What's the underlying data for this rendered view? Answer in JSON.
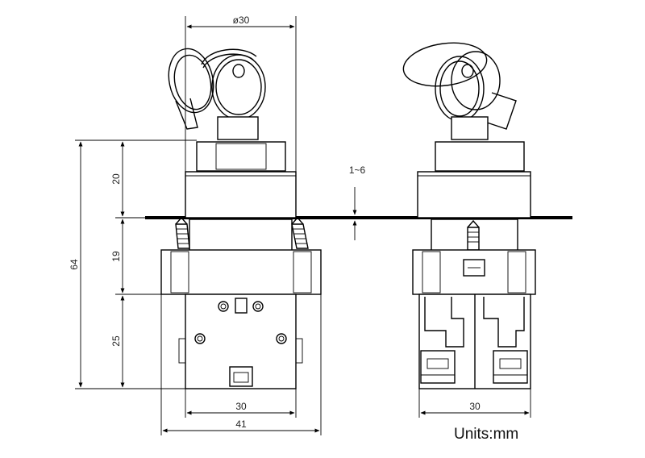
{
  "dimensions": {
    "diameter": "ø30",
    "panel_thickness": "1~6",
    "overall_height": "64",
    "head_height": "20",
    "mid_height": "19",
    "block_height": "25",
    "left_block_width": "30",
    "left_overall_width": "41",
    "right_block_width": "30"
  },
  "units": "Units:mm",
  "views": [
    "front-view",
    "side-view"
  ],
  "icons": [
    "key-icon",
    "screw-icon",
    "terminal-icon"
  ]
}
